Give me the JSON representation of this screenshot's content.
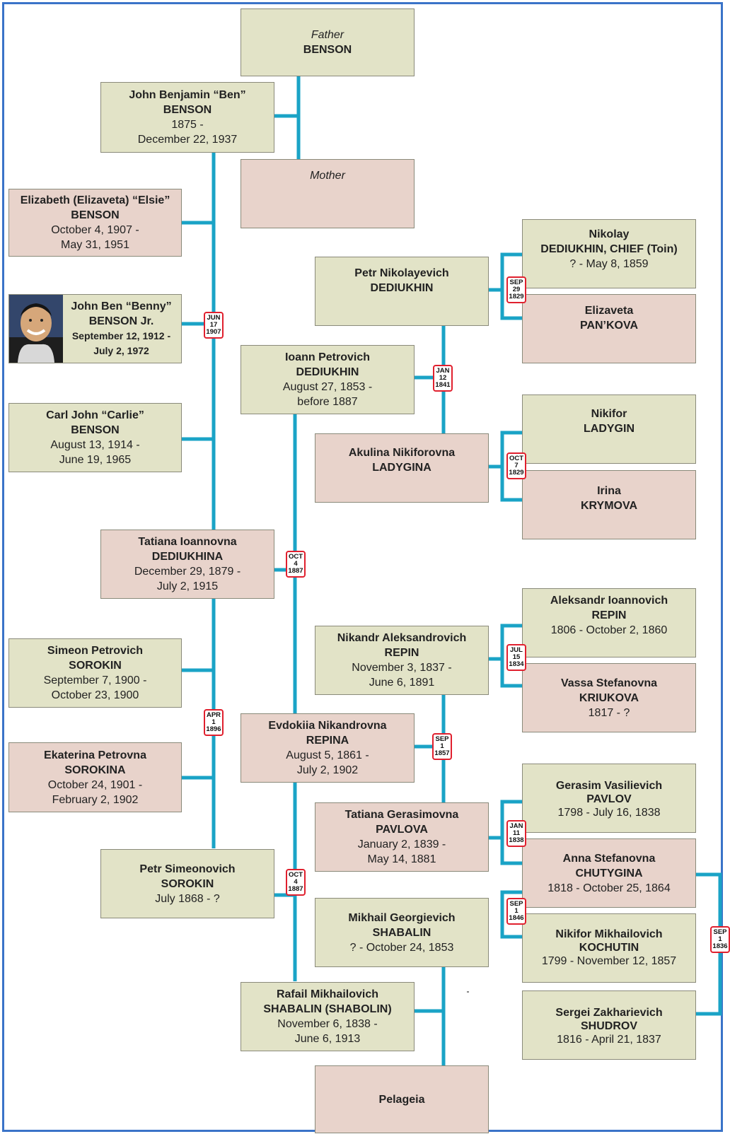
{
  "people": {
    "father_benson": {
      "line1": "Father",
      "surname": "BENSON"
    },
    "mother": {
      "line1": "Mother"
    },
    "john_benjamin": {
      "name": "John Benjamin “Ben”",
      "surname": "BENSON",
      "dates1": "1875 -",
      "dates2": "December 22, 1937"
    },
    "elizabeth": {
      "name": "Elizabeth (Elizaveta) “Elsie”",
      "surname": "BENSON",
      "dates1": "October 4, 1907 -",
      "dates2": "May 31, 1951"
    },
    "john_ben_jr": {
      "name": "John Ben “Benny”",
      "surname": "BENSON Jr.",
      "dates1": "September 12, 1912 -",
      "dates2": "July 2, 1972"
    },
    "carl_john": {
      "name": "Carl John “Carlie”",
      "surname": "BENSON",
      "dates1": "August 13, 1914 -",
      "dates2": "June 19, 1965"
    },
    "tatiana_ioannovna": {
      "name": "Tatiana Ioannovna",
      "surname": "DEDIUKHINA",
      "dates1": "December 29, 1879 -",
      "dates2": "July 2, 1915"
    },
    "simeon": {
      "name": "Simeon Petrovich",
      "surname": "SOROKIN",
      "dates1": "September 7, 1900 -",
      "dates2": "October 23, 1900"
    },
    "ekaterina": {
      "name": "Ekaterina Petrovna",
      "surname": "SOROKINA",
      "dates1": "October 24, 1901 -",
      "dates2": "February 2, 1902"
    },
    "petr_simeonovich": {
      "name": "Petr Simeonovich",
      "surname": "SOROKIN",
      "dates1": "July 1868 - ?"
    },
    "petr_nikolayevich": {
      "name": "Petr Nikolayevich",
      "surname": "DEDIUKHIN"
    },
    "ioann": {
      "name": "Ioann Petrovich",
      "surname": "DEDIUKHIN",
      "dates1": "August 27, 1853 -",
      "dates2": "before 1887"
    },
    "akulina": {
      "name": "Akulina Nikiforovna",
      "surname": "LADYGINA"
    },
    "nikolay": {
      "name": "Nikolay",
      "surname": "DEDIUKHIN, CHIEF (Toin)",
      "dates1": "? - May 8, 1859"
    },
    "elizaveta_pankova": {
      "name": "Elizaveta",
      "surname": "PAN’KOVA"
    },
    "nikifor_ladygin": {
      "name": "Nikifor",
      "surname": "LADYGIN"
    },
    "irina": {
      "name": "Irina",
      "surname": "KRYMOVA"
    },
    "aleksandr": {
      "name": "Aleksandr Ioannovich",
      "surname": "REPIN",
      "dates1": "1806 - October 2, 1860"
    },
    "nikandr": {
      "name": "Nikandr Aleksandrovich",
      "surname": "REPIN",
      "dates1": "November 3, 1837 -",
      "dates2": "June 6, 1891"
    },
    "vassa": {
      "name": "Vassa Stefanovna",
      "surname": "KRIUKOVA",
      "dates1": "1817 - ?"
    },
    "evdokiia": {
      "name": "Evdokiia Nikandrovna",
      "surname": "REPINA",
      "dates1": "August 5, 1861 -",
      "dates2": "July 2, 1902"
    },
    "gerasim": {
      "name": "Gerasim Vasilievich",
      "surname": "PAVLOV",
      "dates1": "1798 - July 16, 1838"
    },
    "tatiana_gerasimovna": {
      "name": "Tatiana Gerasimovna",
      "surname": "PAVLOVA",
      "dates1": "January 2, 1839 -",
      "dates2": "May 14, 1881"
    },
    "anna": {
      "name": "Anna Stefanovna",
      "surname": "CHUTYGINA",
      "dates1": "1818 - October 25, 1864"
    },
    "mikhail": {
      "name": "Mikhail Georgievich",
      "surname": "SHABALIN",
      "dates1": "? - October 24, 1853"
    },
    "nikifor_kochutin": {
      "name": "Nikifor Mikhailovich",
      "surname": "KOCHUTIN",
      "dates1": "1799 - November 12, 1857"
    },
    "rafail": {
      "name": "Rafail Mikhailovich",
      "surname": "SHABALIN (SHABOLIN)",
      "dates1": "November 6, 1838 -",
      "dates2": "June 6, 1913"
    },
    "sergei": {
      "name": "Sergei Zakharievich",
      "surname": "SHUDROV",
      "dates1": "1816 - April 21, 1837"
    },
    "pelageia": {
      "name": "Pelageia"
    }
  },
  "marriages": {
    "benson_dediukhina": [
      "JUN",
      "17",
      "1907"
    ],
    "sorokin_dediukhina": [
      "APR",
      "1",
      "1896"
    ],
    "dediukhin_ladygina": [
      "JAN",
      "12",
      "1841"
    ],
    "nikolay_pankova": [
      "SEP",
      "29",
      "1829"
    ],
    "ladygin_krymova": [
      "OCT",
      "7",
      "1829"
    ],
    "ioann_evdokiia": [
      "OCT",
      "4",
      "1887"
    ],
    "ioann_evdokiia_b": [
      "OCT",
      "4",
      "1887"
    ],
    "repin_kriukova": [
      "JUL",
      "15",
      "1834"
    ],
    "repin_pavlova": [
      "SEP",
      "1",
      "1857"
    ],
    "pavlov_chutygina": [
      "JAN",
      "11",
      "1838"
    ],
    "kochutin_chutygina": [
      "SEP",
      "1",
      "1846"
    ],
    "shudrov_chutygina": [
      "SEP",
      "1",
      "1836"
    ]
  },
  "colors": {
    "connector": "#1aa3c6",
    "male_box": "#e2e3c7",
    "female_box": "#e8d3cb",
    "date_border": "#e0202e",
    "frame": "#3a73c8"
  }
}
